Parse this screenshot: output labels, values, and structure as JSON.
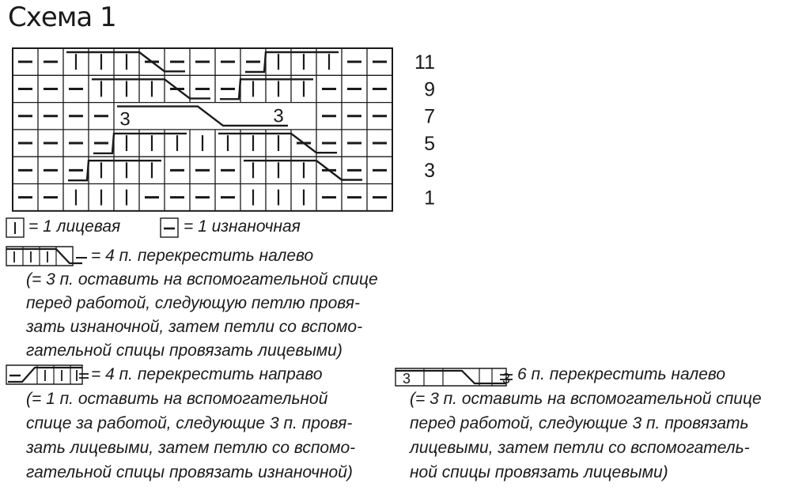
{
  "title": "Схема 1",
  "row_numbers": [
    "11",
    "9",
    "7",
    "5",
    "3",
    "1"
  ],
  "chart": {
    "columns": 15,
    "rows": [
      [
        "p",
        "p",
        "k",
        "k",
        "k",
        "p",
        "p",
        "p",
        "p",
        "p",
        "k",
        "k",
        "k",
        "p",
        "p"
      ],
      [
        "p",
        "p",
        "p",
        "k",
        "k",
        "k",
        "p",
        "p",
        "p",
        "k",
        "k",
        "k",
        "p",
        "p",
        "p"
      ],
      [
        "p",
        "p",
        "p",
        "p",
        "",
        "",
        "",
        "",
        "",
        "",
        "",
        "",
        "p",
        "p",
        "p"
      ],
      [
        "p",
        "p",
        "p",
        "p",
        "k",
        "k",
        "k",
        "k",
        "k",
        "k",
        "k",
        "p",
        "p",
        "p",
        "p"
      ],
      [
        "p",
        "p",
        "p",
        "k",
        "k",
        "k",
        "p",
        "p",
        "p",
        "k",
        "k",
        "k",
        "p",
        "p",
        "p"
      ],
      [
        "p",
        "p",
        "k",
        "k",
        "k",
        "p",
        "p",
        "p",
        "p",
        "k",
        "k",
        "k",
        "p",
        "p",
        "p"
      ]
    ],
    "cable_number_label": "3"
  },
  "legend": {
    "knit": "= 1 лицевая",
    "purl": "= 1 изнаночная",
    "cross_left_4": {
      "title": "= 4 п. перекрестить налево",
      "lines": [
        "(= 3 п. оставить на вспомогательной спице",
        "перед работой, следующую петлю провя-",
        "зать изнаночной, затем петли со вспомо-",
        "гательной спицы провязать лицевыми)"
      ]
    },
    "cross_right_4": {
      "title": "= 4 п. перекрестить направо",
      "lines": [
        "(= 1 п. оставить на вспомогательной",
        "спице за работой, следующие 3 п. провя-",
        "зать лицевыми, затем петлю со вспомо-",
        "гательной спицы провязать изнаночной)"
      ]
    },
    "cross_left_6": {
      "title": "6 п. перекрестить налево",
      "lines": [
        "(= 3 п. оставить на вспомогательной спице",
        "перед работой, следующие 3 п. провязать",
        "лицевыми, затем петли со вспомогатель-",
        "ной спицы провязать лицевыми)"
      ]
    }
  }
}
